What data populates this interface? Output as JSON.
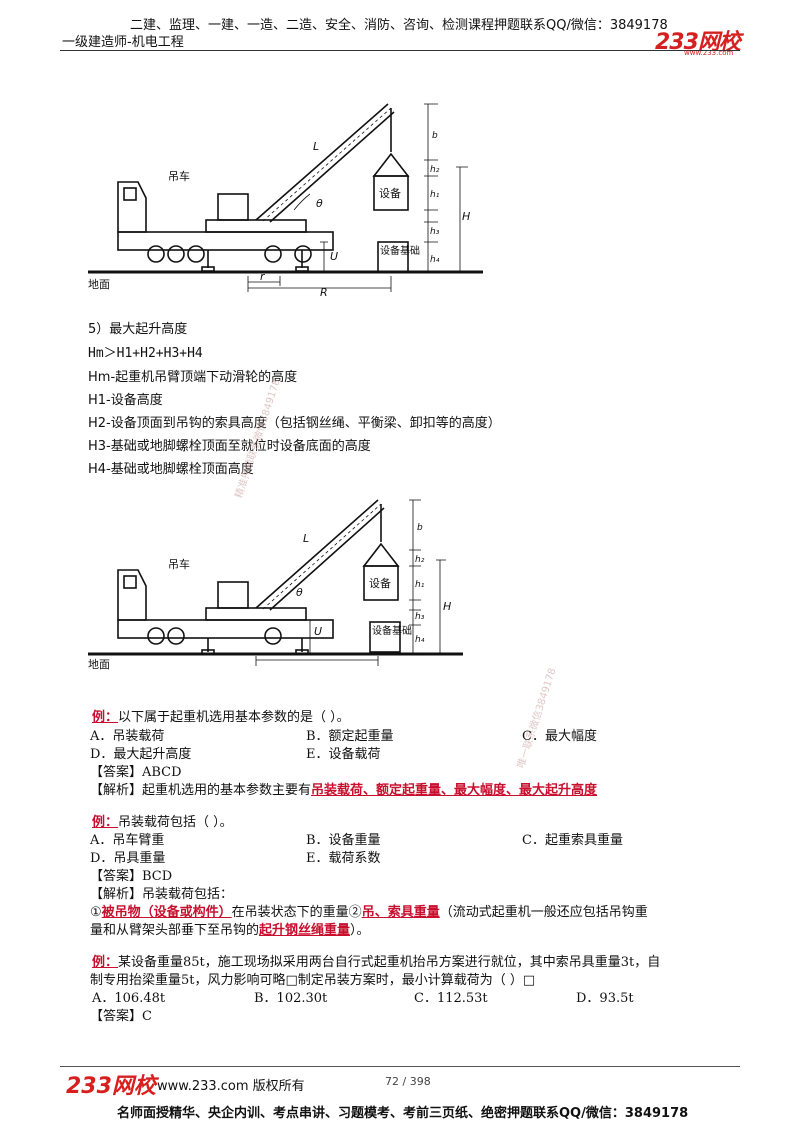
{
  "header": {
    "line1": "二建、监理、一建、一造、二造、安全、消防、咨询、检测课程押题联系QQ/微信：3849178",
    "line2": "一级建造师-机电工程",
    "logo": "233网校",
    "logo_sub": "www.233.com"
  },
  "figure": {
    "label_crane": "吊车",
    "label_ground": "地面",
    "label_equipment": "设备",
    "label_foundation": "设备基础",
    "labels": {
      "L": "L",
      "theta": "θ",
      "U": "U",
      "r": "r",
      "R": "R",
      "b": "b",
      "h2": "h₂",
      "h1": "h₁",
      "h3": "h₃",
      "h4": "h₄",
      "H": "H"
    }
  },
  "section": {
    "heading": "5）最大起升高度",
    "formula": "Hm＞H1+H2+H3+H4",
    "lines": [
      "Hm-起重机吊臂顶端下动滑轮的高度",
      "H1-设备高度",
      "H2-设备顶面到吊钩的索具高度（包括钢丝绳、平衡梁、卸扣等的高度）",
      "H3-基础或地脚螺栓顶面至就位时设备底面的高度",
      "H4-基础或地脚螺栓顶面高度"
    ]
  },
  "ex1": {
    "tag": "例：",
    "stem": "以下属于起重机选用基本参数的是（     ）。",
    "options": [
      "A．吊装载荷",
      "B．额定起重量",
      "C．最大幅度",
      "D．最大起升高度",
      "E．设备载荷"
    ],
    "answer": "【答案】ABCD",
    "analysis_prefix": "【解析】起重机选用的基本参数主要有",
    "analysis_red": "吊装载荷、额定起重量、最大幅度、最大起升高度"
  },
  "ex2": {
    "tag": "例：",
    "stem": "吊装载荷包括（     ）。",
    "options": [
      "A．吊车臂重",
      "B．设备重量",
      "C．起重索具重量",
      "D．吊具重量",
      "E．载荷系数"
    ],
    "answer": "【答案】BCD",
    "analysis": "【解析】吊装载荷包括：",
    "p1": "①",
    "p1_red": "被吊物（设备或构件）",
    "p2": "在吊装状态下的重量②",
    "p2_red": "吊、索具重量",
    "p3": "（流动式起重机一般还应包括吊钩重",
    "p4": "量和从臂架头部垂下至吊钩的",
    "p4_red": "起升钢丝绳重量",
    "p5": "）。"
  },
  "ex3": {
    "tag": "例：",
    "stem1": "某设备重量85t，施工现场拟采用两台自行式起重机抬吊方案进行就位，其中索吊具重量3t，自",
    "stem2": "制专用抬梁重量5t，风力影响可略□制定吊装方案时，最小计算载荷为（     ）□",
    "options": [
      "A．106.48t",
      "B．102.30t",
      "C．112.53t",
      "D．93.5t"
    ],
    "answer": "【答案】C"
  },
  "watermarks": [
    "精准押题联系微信3849178",
    "唯一联系微信3849178"
  ],
  "footer": {
    "logo": "233网校",
    "copyright": "www.233.com 版权所有",
    "page": "72 / 398",
    "bottom": "名师面授精华、央企内训、考点串讲、习题模考、考前三页纸、绝密押题联系QQ/微信：3849178"
  }
}
